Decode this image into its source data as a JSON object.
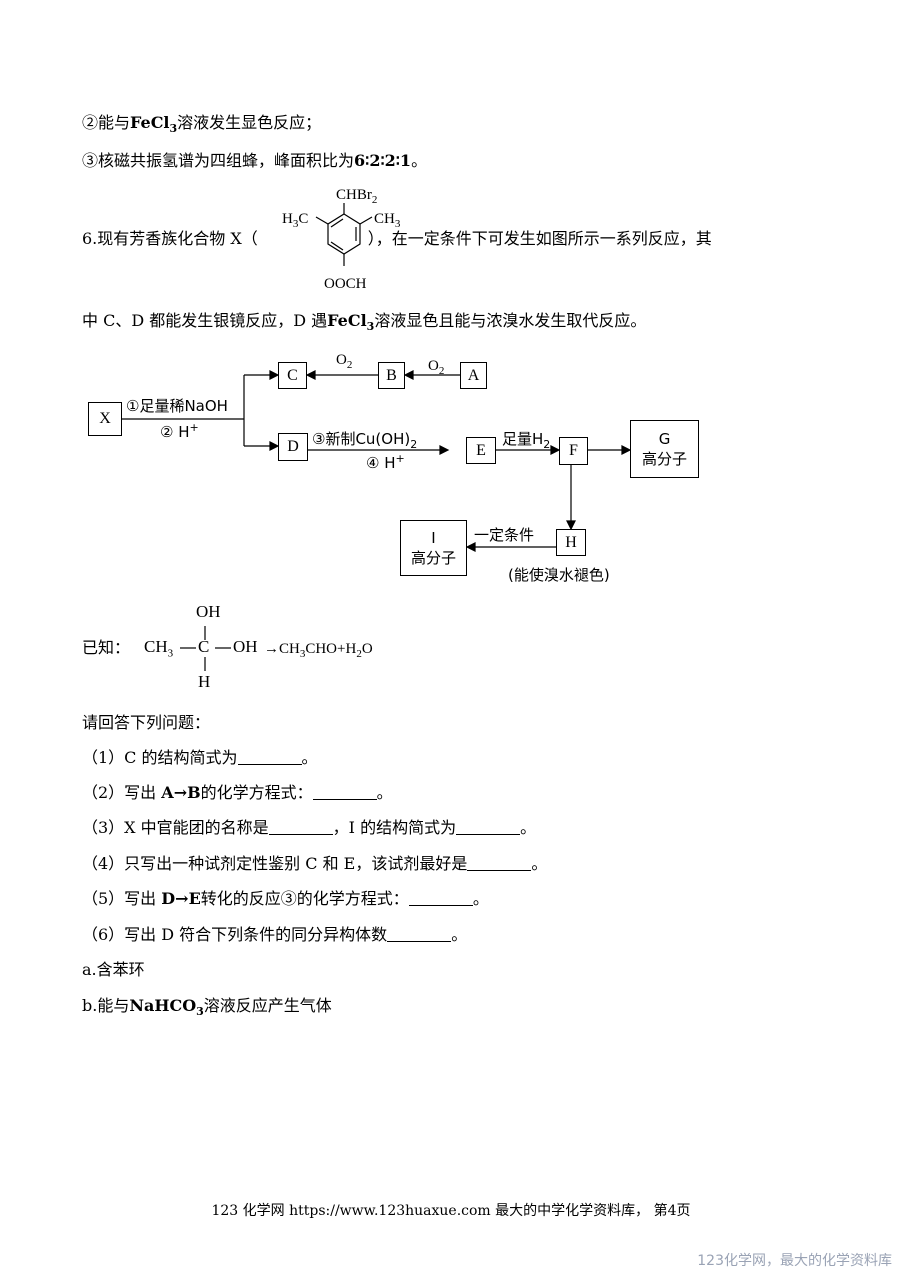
{
  "cond2": {
    "circ": "②",
    "a": "能与",
    "reagent": "FeCl",
    "sub": "3",
    "b": "溶液发生显色反应；"
  },
  "cond3": {
    "circ": "③",
    "a": "核磁共振氢谱为四组蜂，峰面积比为",
    "ratio": "6∶2∶2∶1",
    "b": "。"
  },
  "q6": {
    "a": "6.现有芳香族化合物 X（",
    "b": "），在一定条件下可发生如图所示一系列反应，其",
    "line2_a": "中 C、D 都能发生银镜反应，D 遇",
    "reagent": "FeCl",
    "sub": "3",
    "line2_b": "溶液显色且能与浓溴水发生取代反应。"
  },
  "mol": {
    "top": "CHBr",
    "top_sub": "2",
    "left": "H",
    "left_sub": "3",
    "left_c": "C",
    "right_c": "CH",
    "right_sub": "3",
    "bottom": "OOCH"
  },
  "scheme": {
    "X": "X",
    "A": "A",
    "B": "B",
    "C": "C",
    "D": "D",
    "E": "E",
    "F": "F",
    "H": "H",
    "G_letter": "G",
    "G_text": "高分子",
    "I_letter": "I",
    "I_text": "高分子",
    "o2_1": "O",
    "o2_1_sub": "2",
    "o2_2": "O",
    "o2_2_sub": "2",
    "step1": "①足量稀NaOH",
    "step2": "② H",
    "step2_sup": "+",
    "step3": "③新制Cu(OH)",
    "step3_sub": "2",
    "step4": "④ H",
    "step4_sup": "+",
    "h2": "足量H",
    "h2_sub": "2",
    "cond": "一定条件",
    "note": "(能使溴水褪色)"
  },
  "known": {
    "label": "已知：",
    "left": "CH",
    "left_sub": "3",
    "oh_top": "OH",
    "c": "C",
    "oh_right": "OH",
    "h_bottom": "H",
    "product": "→CH",
    "product_sub": "3",
    "product_b": "CHO+H",
    "product_sub2": "2",
    "product_c": "O"
  },
  "questions": {
    "intro": "请回答下列问题：",
    "q1": {
      "a": "（1）C 的结构简式为",
      "b": "。"
    },
    "q2": {
      "a": "（2）写出 ",
      "eq": "A→B",
      "b": "的化学方程式：",
      "c": "。"
    },
    "q3": {
      "a": "（3）X 中官能团的名称是",
      "b": "，I 的结构简式为",
      "c": "。"
    },
    "q4": {
      "a": "（4）只写出一种试剂定性鉴别 C 和 E，该试剂最好是",
      "b": "。"
    },
    "q5": {
      "a": "（5）写出 ",
      "eq": "D→E",
      "b": "转化的反应",
      "circ": "③",
      "c": "的化学方程式：",
      "d": "。"
    },
    "q6": {
      "a": "（6）写出 D 符合下列条件的同分异构体数",
      "b": "。"
    },
    "opt_a": "a.含苯环",
    "opt_b_a": "b.能与",
    "opt_b_reagent": "NaHCO",
    "opt_b_sub": "3",
    "opt_b_b": "溶液反应产生气体"
  },
  "footer": "123 化学网 https://www.123huaxue.com 最大的中学化学资料库， 第4页",
  "watermark": "123化学网，最大的化学资料库"
}
